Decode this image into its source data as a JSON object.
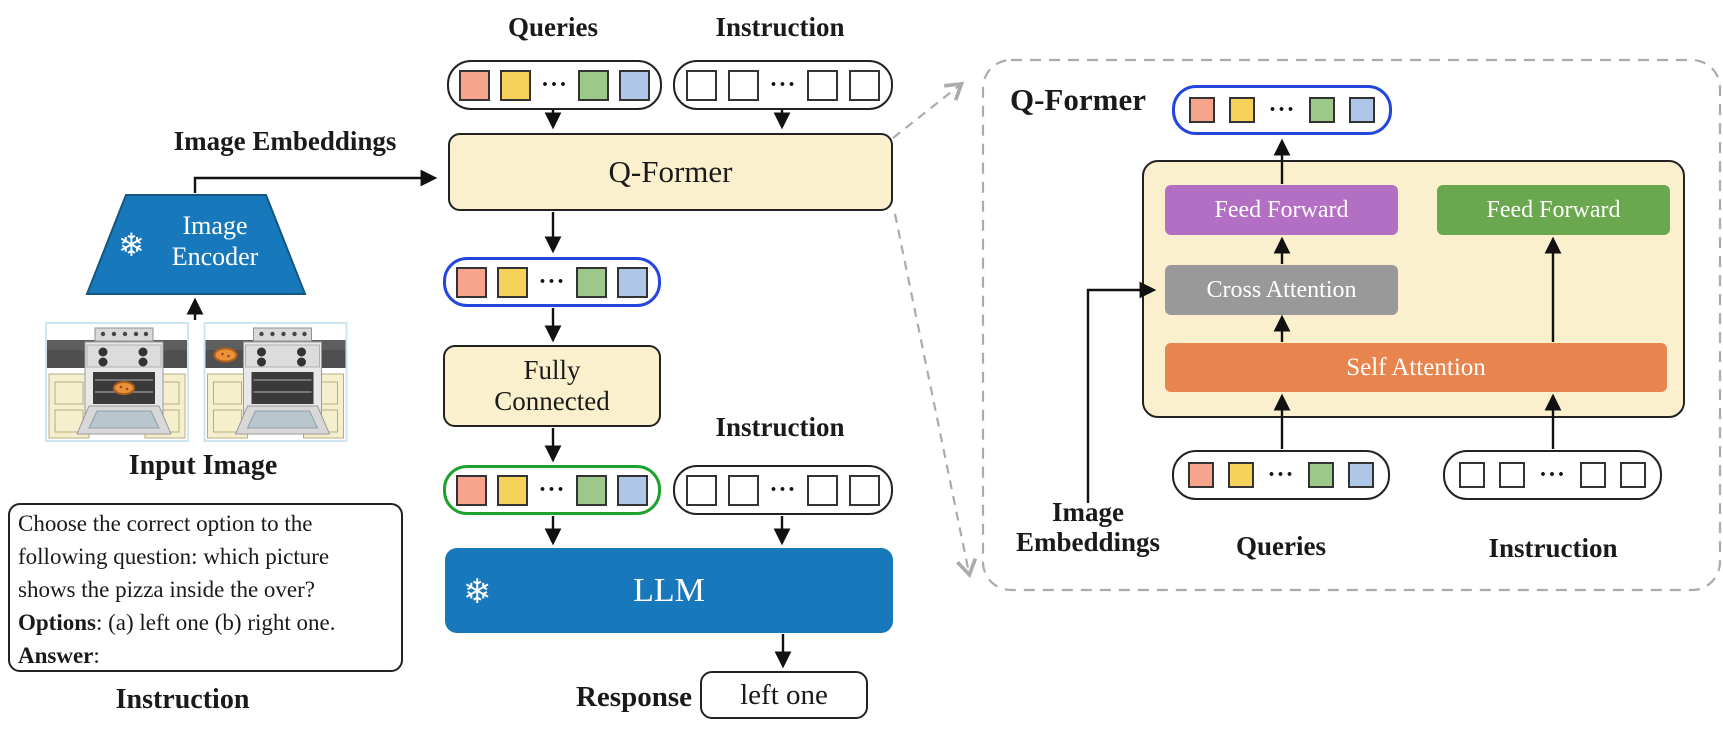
{
  "colors": {
    "cream": "#FBF0CD",
    "blue": "#1878BC",
    "purple": "#B36FC4",
    "gray_block": "#999999",
    "orange": "#E8844D",
    "green_block": "#6AA84F",
    "blue_row_border": "#2546DE",
    "green_row_border": "#1EA12D",
    "dashed_gray": "#ABABAB",
    "tokens": {
      "salmon": "#F7A48D",
      "yellow": "#F7D25A",
      "green": "#9CC98A",
      "blue": "#AEC6E8",
      "plain": "#FFFFFF"
    }
  },
  "tokens": {
    "colored": [
      "salmon",
      "yellow",
      "dots",
      "green",
      "blue"
    ],
    "plain": [
      "plain",
      "plain",
      "dots",
      "plain",
      "plain"
    ],
    "dots_glyph": "···"
  },
  "icons": {
    "snowflake": "❄"
  },
  "left": {
    "image_embeddings_label": "Image Embeddings",
    "encoder_line1": "Image",
    "encoder_line2": "Encoder",
    "input_image_label": "Input Image",
    "instruction_caption": "Instruction",
    "prompt": {
      "line1": "Choose the correct option to the",
      "line2": "following question: which picture",
      "line3": "shows the pizza inside the over?",
      "options_label": "Options",
      "options_rest": ": (a) left one (b) right one.",
      "answer_label": "Answer",
      "answer_rest": ":"
    }
  },
  "middle": {
    "queries_label": "Queries",
    "instruction_label_top": "Instruction",
    "qformer_label": "Q-Former",
    "fully_connected_line1": "Fully",
    "fully_connected_line2": "Connected",
    "instruction_label_mid": "Instruction",
    "llm_label": "LLM",
    "response_label": "Response",
    "response_value": "left one"
  },
  "panel": {
    "title": "Q-Former",
    "feed_forward_left": "Feed Forward",
    "feed_forward_right": "Feed Forward",
    "cross_attention": "Cross Attention",
    "self_attention": "Self Attention",
    "queries_label": "Queries",
    "instruction_label": "Instruction",
    "image_embeddings_line1": "Image",
    "image_embeddings_line2": "Embeddings"
  }
}
